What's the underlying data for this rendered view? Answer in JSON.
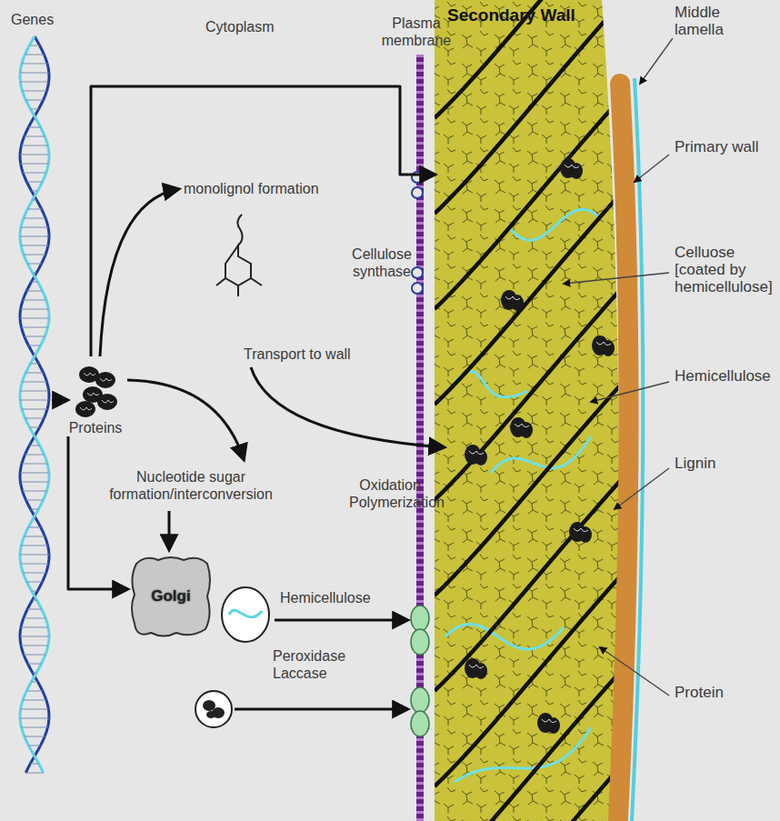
{
  "diagram": {
    "nodes": [
      {
        "text": [
          "Proteins"
        ]
      },
      {
        "text": [
          "Golgi"
        ]
      },
      {
        "text": [
          "Secondary Wall"
        ]
      }
    ],
    "edges": [
      {
        "from": 0,
        "to": 1,
        "arrow": "to"
      },
      {
        "from": 0,
        "to": 2,
        "arrow": "to"
      }
    ],
    "labels": [
      "Genes",
      "Cytoplasm",
      "Plasma membrane",
      "Middle lamella",
      "Primary wall",
      "Celluose [coated by hemicellulose]",
      "Hemicellulose",
      "Lignin",
      "Protein",
      "monolignol formation",
      "Transport to wall",
      "Cellulose synthase",
      "Nucleotide sugar formation/interconversion",
      "Oxidation Polymerization",
      "Hemicellulose",
      "Peroxidase Laccase"
    ]
  }
}
